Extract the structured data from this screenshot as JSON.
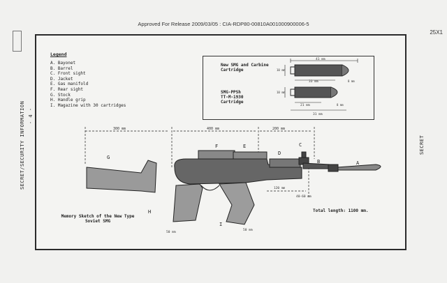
{
  "header": {
    "release_line": "Approved For Release 2009/03/05 : CIA-RDP80-00810A001000900006-5",
    "code": "25X1"
  },
  "margins": {
    "left_classification": "SECRET/SECURITY INFORMATION",
    "page_marker": "- 4 -",
    "right_classification": "SECRET"
  },
  "legend": {
    "title": "Legend",
    "items": [
      "A.  Bayonet",
      "B.  Barrel",
      "C.  Front sight",
      "D.  Jacket",
      "E.  Gas manifold",
      "F.  Rear sight",
      "G.  Stock",
      "H.  Handle grip",
      "I.  Magazine with 30 cartridges"
    ]
  },
  "cartridges": {
    "label_top": "New SMG and Carbine\nCartridge",
    "label_bottom": "SMG-PPSh\nTT-M-1930\nCartridge",
    "dims": {
      "top_length": "41 mm",
      "top_left": "10 mm",
      "top_inner": "33 mm",
      "top_right": "8 mm",
      "bottom_left": "10 mm",
      "bottom_inner": "21 mm",
      "bottom_right": "8 mm",
      "bottom_length": "31 mm"
    }
  },
  "diagram": {
    "dims": {
      "stock": "300 mm",
      "body": "400 mm",
      "front": "200 mm",
      "sight": "120 mm",
      "bayonet_h": "40-60 mm",
      "grip": "50 mm",
      "mag": "50 mm"
    },
    "part_labels": {
      "G": "G",
      "F": "F",
      "E": "E",
      "D": "D",
      "C": "C",
      "B": "B",
      "A": "A",
      "H": "H",
      "I": "I"
    },
    "caption": "Memory Sketch of the New Type\nSoviet SMG",
    "total_length": "Total length:  1100 mm."
  }
}
